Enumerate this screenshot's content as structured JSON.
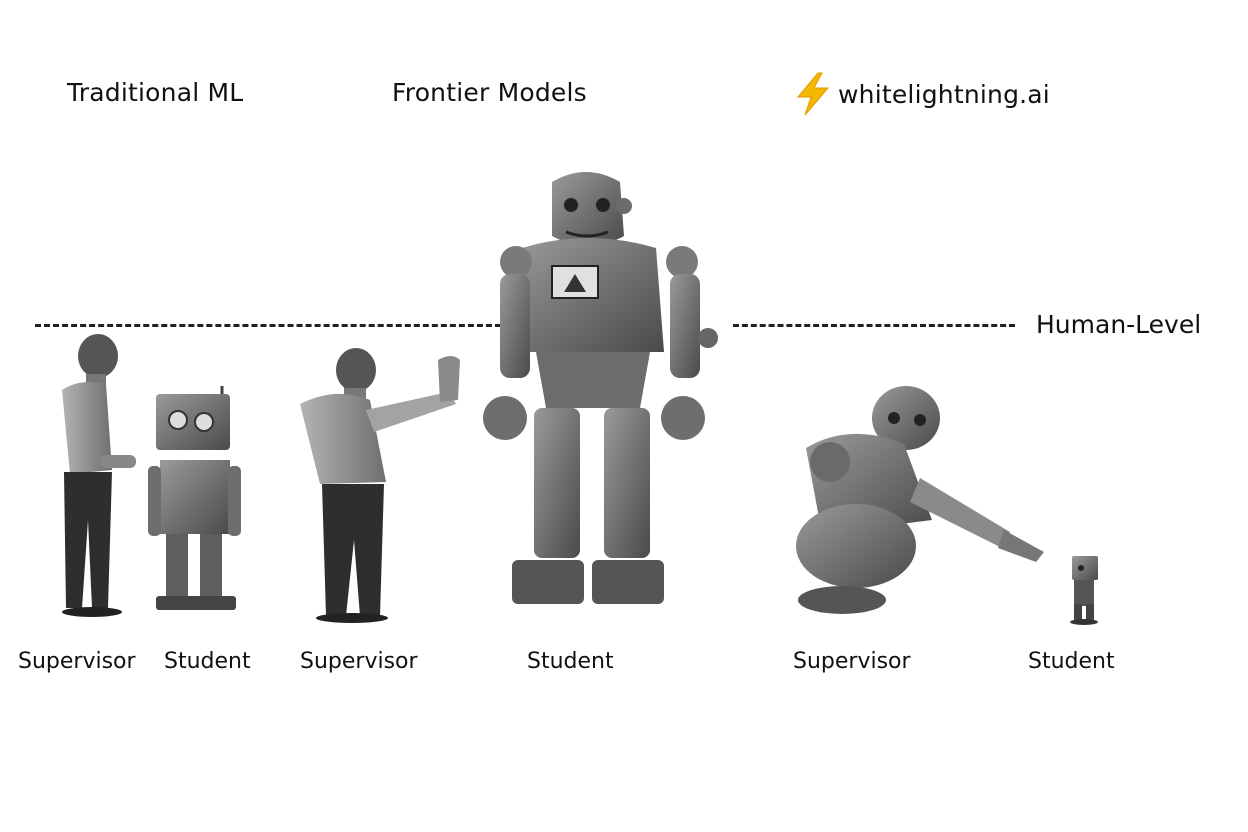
{
  "headings": {
    "traditional": "Traditional ML",
    "frontier": "Frontier Models",
    "brand": "whitelightning.ai"
  },
  "icons": {
    "brand_icon": "lightning-bolt-icon",
    "brand_icon_color": "#f5b800"
  },
  "reference_line": {
    "label": "Human-Level"
  },
  "panels": [
    {
      "supervisor_label": "Supervisor",
      "student_label": "Student"
    },
    {
      "supervisor_label": "Supervisor",
      "student_label": "Student"
    },
    {
      "supervisor_label": "Supervisor",
      "student_label": "Student"
    }
  ]
}
